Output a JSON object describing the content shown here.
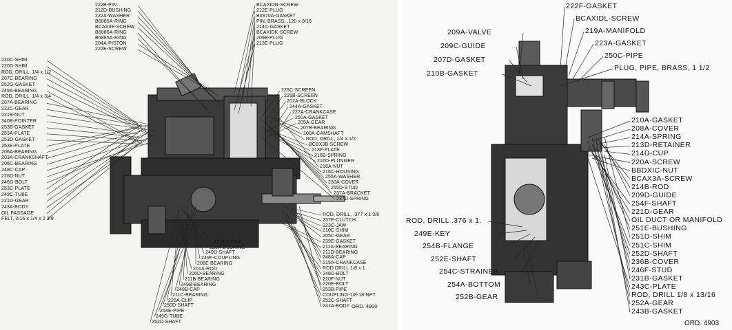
{
  "left_figure": {
    "top_labels": [
      "222B-PIN",
      "212D-BUSHING",
      "222A-WASHER",
      "B6885A-RING",
      "BCAX3E-SCREW",
      "B6885A-RING",
      "B6885A-RING",
      "204A-PISTON",
      "222E-SCREW"
    ],
    "top_right_labels": [
      "BCAXIDN-SCREW",
      "212E-PLUG",
      "BII970A-GASKET",
      "PIN, BRASS, .120 x 9/16",
      "214C-GASKET",
      "BCAXIDK-SCREW",
      "209B-PLUG",
      "213E-PLUG"
    ],
    "left_labels": [
      "220C-SHIM",
      "220D-SHIM",
      "ROD, DRILL, 1/4 x 1/2",
      "207C-BEARING",
      "252G-GASKET",
      "249A-BEARING",
      "ROD, DRILL, 1/4 x 3/4",
      "207A-BEARING",
      "222C-GEAR",
      "221B-NUT",
      "340B-POINTER",
      "253B-GASKET",
      "253A-PLATE",
      "253D-GASKET",
      "253E-PLATE",
      "206A-BEARING",
      "203A-CRANKSHAFT",
      "206C-BEARING",
      "248C-CAP",
      "226D-NUT",
      "246G-BOLT",
      "253C-PLATE",
      "249C-TUBE",
      "221D-GEAR",
      "243A-BODY",
      "OIL PASSAGE",
      "FELT, 3/16 x 1/4 x 2 3/8"
    ],
    "right_labels": [
      "225C-SCREEN",
      "225B-SCREEN",
      "202A-BLOCK",
      "244A-GASKET",
      "227A-CRANKCASE",
      "250A-GASKET",
      "205A-GEAR",
      "207B-BEARING",
      "200A-CAMSHAFT",
      "ROD, DRILL, 1/4 x 1/2",
      "BCBX3B-SCREW",
      "213F-PLATE",
      "216B-SPRING",
      "216D-PLUNGER",
      "216A-NUT",
      "216C-HOUSING",
      "255A-WASHER",
      "230A-COVER",
      "255D-STUD",
      "237A-BRACKET",
      "237D-SPRING"
    ],
    "lower_right_labels": [
      "ROD, DRILL, .377 x 1 3/8",
      "237E-CLUTCH",
      "223C-JAW",
      "210C-SHIM",
      "205C-GEAR",
      "239E-GASKET",
      "211A-BEARING",
      "211D-BEARING",
      "248A-CAP",
      "215A-CRANKCASE",
      "ROD DRILL 1/8 x 1",
      "248D-BOLT",
      "220F-NUT",
      "220E-BOLT",
      "253B-PIPE",
      "COUPLING-1/8-18-NPT",
      "252C-SHAFT",
      "241A-BODY"
    ],
    "bottom_labels": [
      "221E-GEAR",
      "228A-BUSHING",
      "249D-SHAFT",
      "249F-COUPLING",
      "206E-BEARING",
      "201A-ROD",
      "206D-BEARING",
      "211B-BEARING",
      "249B-BEARING",
      "248B-CAP",
      "211C-BEARING",
      "226A-CLIP",
      "250D-SHAFT",
      "254E-PIPE",
      "249G-TUBE",
      "252D-SHAFT"
    ],
    "ord": "ORD. 4900"
  },
  "right_figure": {
    "top_labels": [
      "222F-GASKET",
      "BCAXIDL-SCREW",
      "219A-MANIFOLD",
      "223A-GASKET",
      "250C-PIPE",
      "PLUG, PIPE, BRASS, 1 1/2"
    ],
    "left_labels": [
      "209A-VALVE",
      "209C-GUIDE",
      "207D-GASKET",
      "210B-GASKET"
    ],
    "right_labels": [
      "210A-GASKET",
      "208A-COVER",
      "214A-SPRING",
      "213D-RETAINER",
      "214D-CUP",
      "220A-SCREW",
      "BBDXIC-NUT",
      "BCAX3A-SCREW",
      "214B-ROD",
      "209D-GUIDE",
      "254F-SHAFT",
      "221D-GEAR",
      "OIL DUCT OR MANIFOLD",
      "251E-BUSHING",
      "251D-SHIM",
      "251C-SHIM",
      "252D-SHAFT",
      "236B-COVER",
      "246F-STUD",
      "231B-GASKET",
      "243C-PLATE",
      "ROD, DRILL 1/8 x 13/16",
      "252A-GEAR",
      "243B-GASKET"
    ],
    "lower_left_labels": [
      "ROD, DRILL .376 x 1.",
      "249E-KEY",
      "254B-FLANGE",
      "252E-SHAFT",
      "254C-STRAINER",
      "254A-BOTTOM",
      "252B-GEAR"
    ],
    "ord": "ORD. 4903"
  }
}
